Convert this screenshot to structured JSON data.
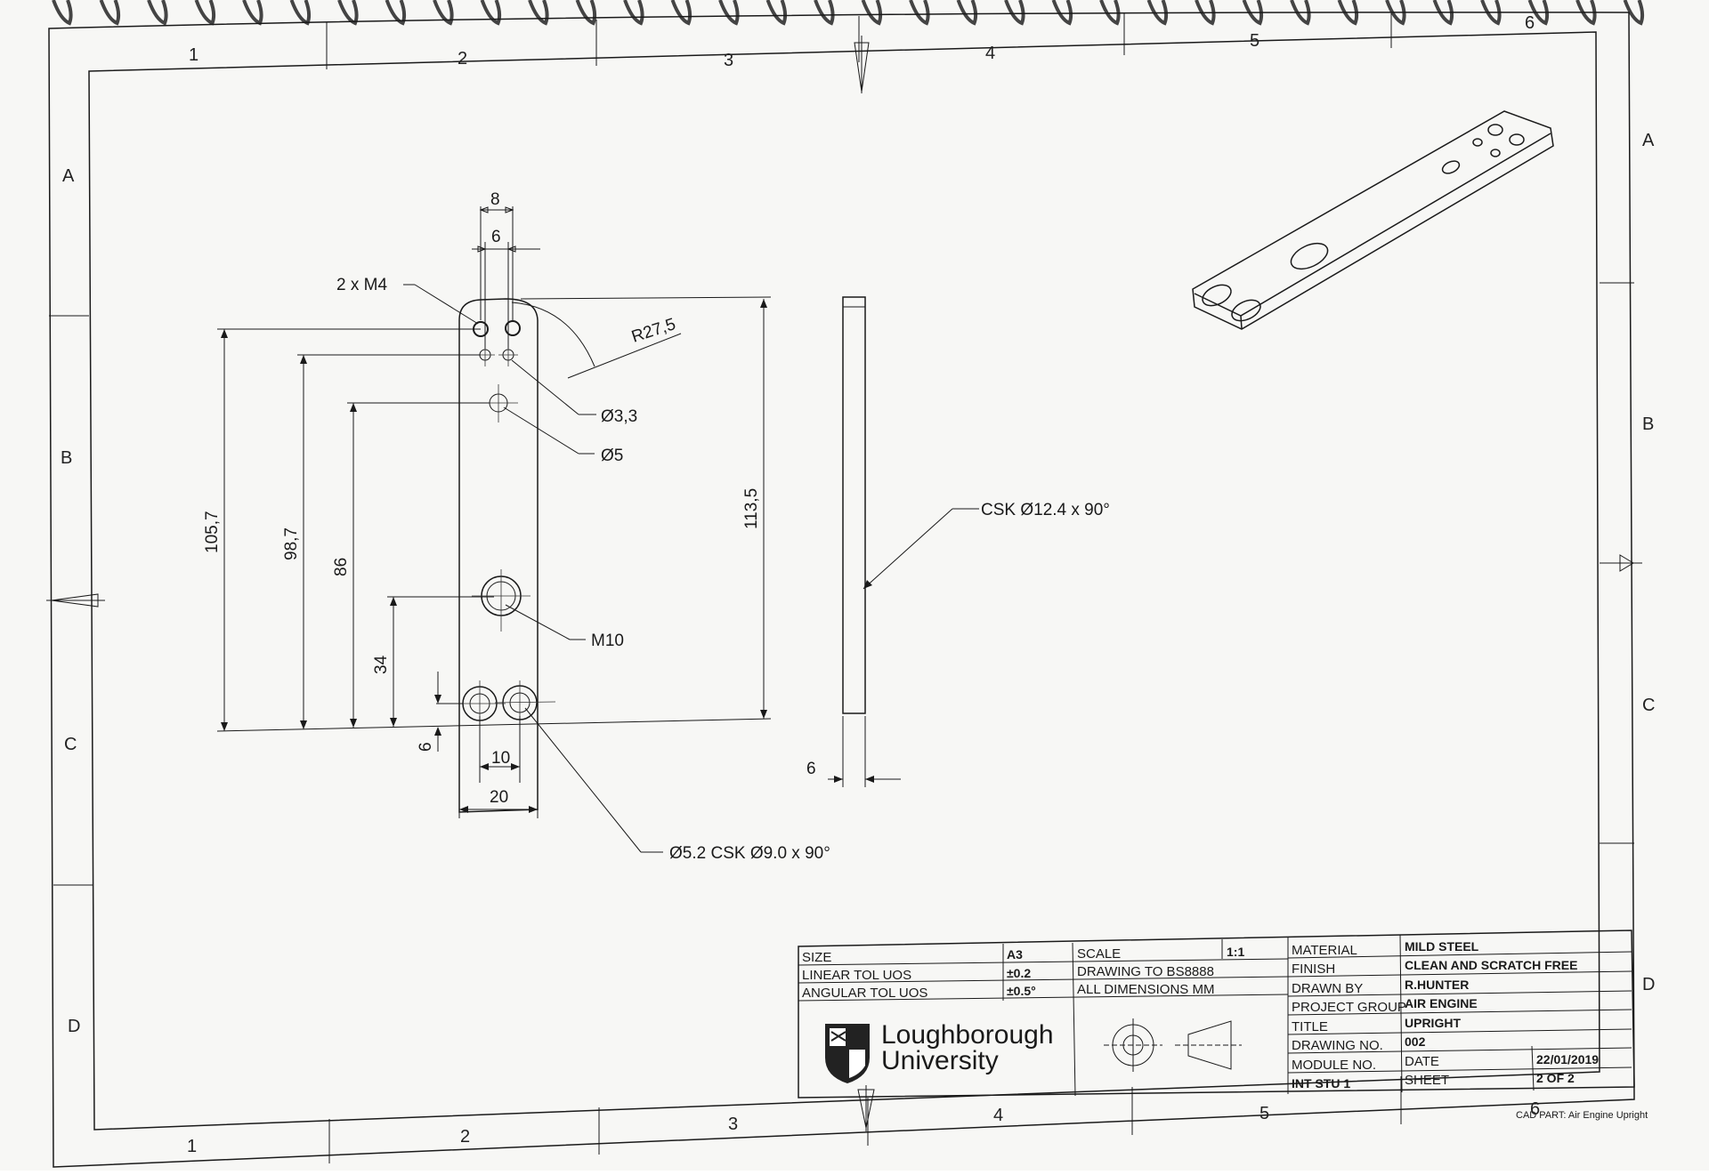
{
  "border": {
    "columns_top": [
      "1",
      "2",
      "3",
      "4",
      "5",
      "6"
    ],
    "columns_bottom": [
      "1",
      "2",
      "3",
      "4",
      "5",
      "6"
    ],
    "rows_left": [
      "A",
      "B",
      "C",
      "D"
    ],
    "rows_right": [
      "A",
      "B",
      "C",
      "D"
    ]
  },
  "dimensions": {
    "d8": "8",
    "d6_top": "6",
    "r27_5": "R27,5",
    "d105_7": "105,7",
    "d98_7": "98,7",
    "d86": "86",
    "d34": "34",
    "d6_bottom": "6",
    "d10": "10",
    "d20": "20",
    "d113_5": "113,5",
    "d6_side": "6"
  },
  "callouts": {
    "m4": "2 x M4",
    "dia3_3": "Ø3,3",
    "dia5": "Ø5",
    "m10": "M10",
    "csk_bottom": "Ø5.2 CSK Ø9.0 x 90°",
    "csk_side": "CSK Ø12.4 x 90°"
  },
  "title_block": {
    "size_label": "SIZE",
    "size_value": "A3",
    "scale_label": "SCALE",
    "scale_value": "1:1",
    "linear_tol_label": "LINEAR TOL UOS",
    "linear_tol_value": "±0.2",
    "angular_tol_label": "ANGULAR TOL UOS",
    "angular_tol_value": "±0.5°",
    "standard": "DRAWING TO BS8888",
    "units": "ALL DIMENSIONS MM",
    "material_label": "MATERIAL",
    "material_value": "MILD STEEL",
    "finish_label": "FINISH",
    "finish_value": "CLEAN AND SCRATCH FREE",
    "drawn_by_label": "DRAWN BY",
    "drawn_by_value": "R.HUNTER",
    "project_group_label": "PROJECT GROUP",
    "project_group_value": "AIR ENGINE",
    "title_label": "TITLE",
    "title_value": "UPRIGHT",
    "drawing_no_label": "DRAWING NO.",
    "drawing_no_value": "002",
    "module_no_label": "MODULE NO.",
    "module_no_value": "INT STU 1",
    "date_label": "DATE",
    "date_value": "22/01/2019",
    "sheet_label": "SHEET",
    "sheet_value": "2 OF 2",
    "university_line1": "Loughborough",
    "university_line2": "University",
    "cad_part": "CAD PART: Air Engine Upright"
  }
}
